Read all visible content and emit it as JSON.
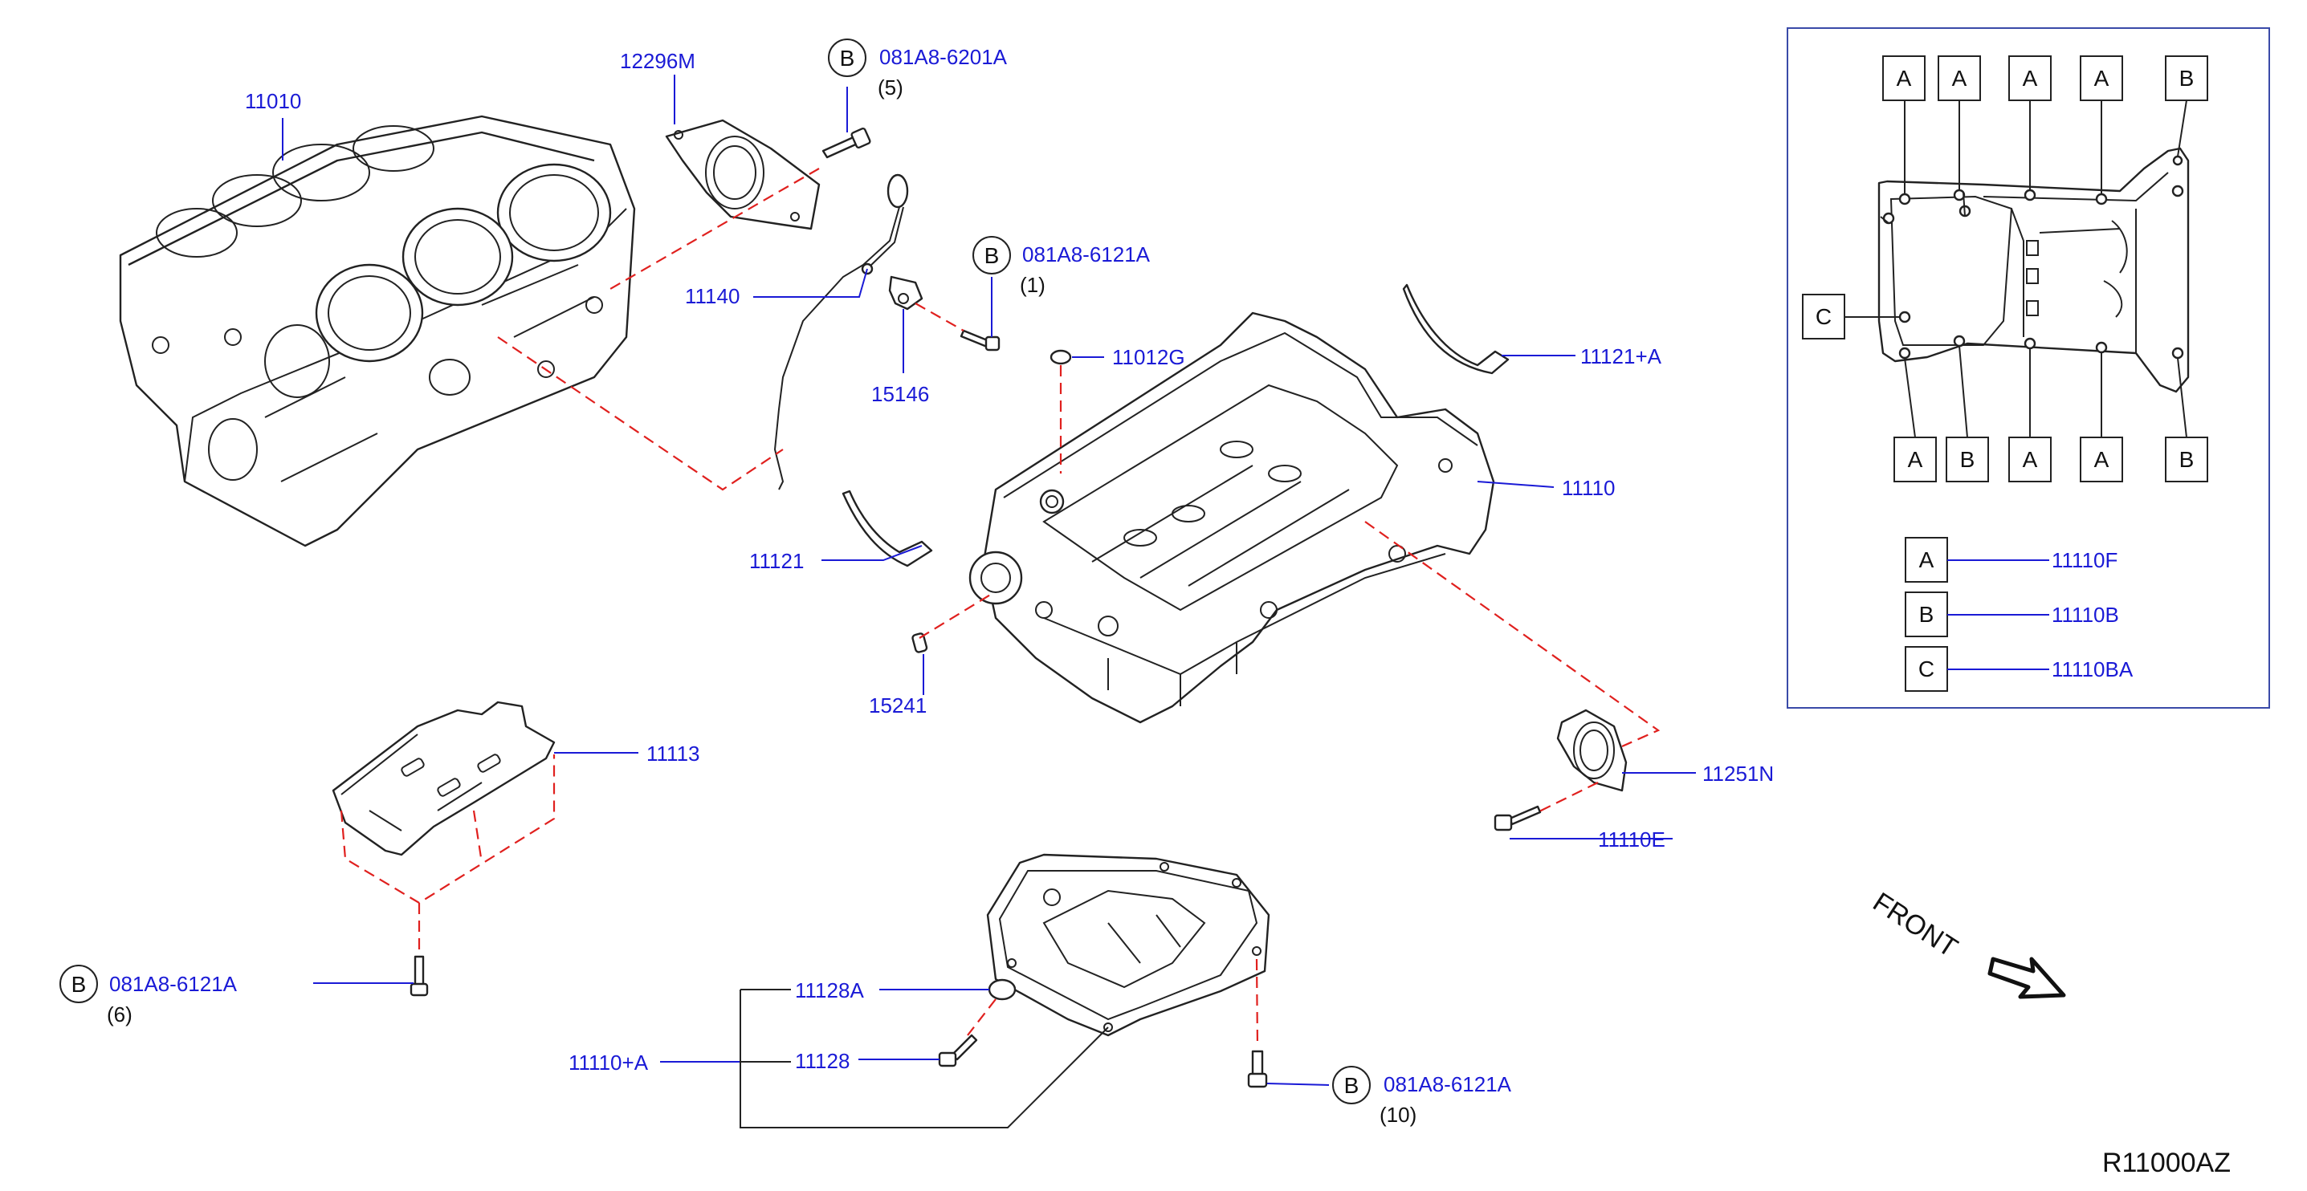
{
  "parts": {
    "p11010": "11010",
    "p12296m": "12296M",
    "b_top": {
      "mark": "B",
      "code": "081A8-6201A",
      "qty": "(5)"
    },
    "b_gauge": {
      "mark": "B",
      "code": "081A8-6121A",
      "qty": "(1)"
    },
    "p11140": "11140",
    "p15146": "15146",
    "p11012g": "11012G",
    "p11121a": "11121+A",
    "p11110": "11110",
    "p11121": "11121",
    "p15241": "15241",
    "p11113": "11113",
    "p11251n": "11251N",
    "p11110e": "11110E",
    "b_left": {
      "mark": "B",
      "code": "081A8-6121A",
      "qty": "(6)"
    },
    "p11128a": "11128A",
    "p11110a": "11110+A",
    "p11128": "11128",
    "b_bottom": {
      "mark": "B",
      "code": "081A8-6121A",
      "qty": "(10)"
    }
  },
  "inset": {
    "top_marks": [
      "A",
      "A",
      "A",
      "A",
      "B"
    ],
    "left_mark": "C",
    "bottom_marks": [
      "A",
      "B",
      "A",
      "A",
      "B"
    ],
    "legend": [
      {
        "mark": "A",
        "part": "11110F"
      },
      {
        "mark": "B",
        "part": "11110B"
      },
      {
        "mark": "C",
        "part": "11110BA"
      }
    ]
  },
  "front_label": "FRONT",
  "diagram_code": "R11000AZ"
}
